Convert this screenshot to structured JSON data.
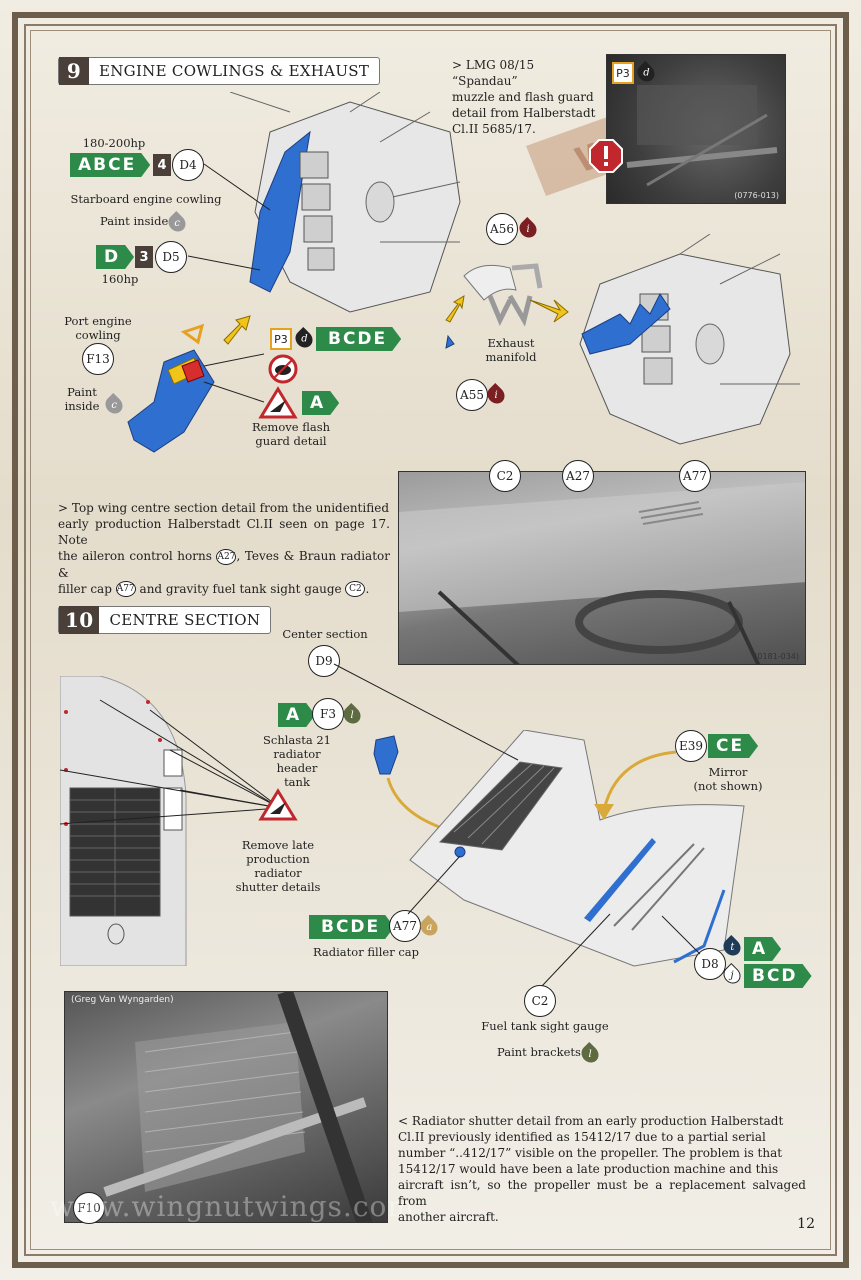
{
  "page_number": "12",
  "sections": {
    "s9": {
      "num": "9",
      "title": "ENGINE COWLINGS & EXHAUST"
    },
    "s10": {
      "num": "10",
      "title": "CENTRE SECTION"
    }
  },
  "s9": {
    "hp1": "180-200hp",
    "tag_abce": "ABCE",
    "num4": "4",
    "d4": "D4",
    "starboard": "Starboard engine cowling",
    "paint_inside": "Paint inside",
    "drop_c": "c",
    "tag_d": "D",
    "num3": "3",
    "d5": "D5",
    "hp2": "160hp",
    "port_line1": "Port engine",
    "port_line2": "cowling",
    "f13": "F13",
    "paint_line1": "Paint",
    "paint_line2": "inside",
    "p3": "P3",
    "drop_d": "d",
    "tag_bcde": "BCDE",
    "tag_a": "A",
    "remove_flash_1": "Remove flash",
    "remove_flash_2": "guard detail",
    "a56": "A56",
    "drop_i": "i",
    "a55": "A55",
    "exhaust_1": "Exhaust",
    "exhaust_2": "manifold",
    "spandau_1": "> LMG 08/15 “Spandau”",
    "spandau_2": "muzzle and flash guard",
    "spandau_3": "detail from Halberstadt",
    "spandau_4": "Cl.II 5685/17.",
    "photo1_id": "(0776-013)",
    "photo1_p3": "P3",
    "photo1_d": "d"
  },
  "topwing": {
    "para_1": "> Top wing centre section detail from the unidentified",
    "para_2": "early production Halberstadt Cl.II seen on page 17. Note",
    "para_3a": "the aileron control horns",
    "para_3b": ", Teves & Braun radiator &",
    "para_4a": "filler cap",
    "para_4b": "and gravity fuel tank sight gauge",
    "para_4c": ".",
    "ref_a27": "A27",
    "ref_a77": "A77",
    "ref_c2": "C2",
    "c2": "C2",
    "a27": "A27",
    "a77": "A77",
    "photo2_id": "(0181-034)"
  },
  "s10": {
    "center_section": "Center section",
    "d9": "D9",
    "tag_a": "A",
    "f3": "F3",
    "drop_l": "l",
    "schlasta_1": "Schlasta 21",
    "schlasta_2": "radiator header",
    "schlasta_3": "tank",
    "remove_late_1": "Remove late",
    "remove_late_2": "production",
    "remove_late_3": "radiator",
    "remove_late_4": "shutter details",
    "e39": "E39",
    "tag_ce": "CE",
    "mirror_1": "Mirror",
    "mirror_2": "(not shown)",
    "tag_bcde": "BCDE",
    "a77": "A77",
    "drop_a": "a",
    "filler_cap": "Radiator filler cap",
    "d8": "D8",
    "drop_t": "t",
    "drop_j": "j",
    "tag_a2": "A",
    "tag_bcd": "BCD",
    "c2": "C2",
    "fuel_gauge": "Fuel tank sight gauge",
    "paint_brackets": "Paint brackets",
    "drop_l2": "l",
    "photo3_credit": "(Greg Van Wyngarden)",
    "f10": "F10",
    "watermark": "www.wingnutwings.com",
    "shutter_1": "< Radiator shutter detail from an early production Halberstadt",
    "shutter_2": "Cl.II previously identified as 15412/17 due to a partial serial",
    "shutter_3": "number “..412/17” visible on the propeller. The problem is that",
    "shutter_4": "15412/17 would have been a late production machine and this",
    "shutter_5": "aircraft isn’t, so the propeller must be a replacement salvaged from",
    "shutter_6": "another aircraft."
  },
  "colors": {
    "tag_green": "#2e8a49",
    "part_blue": "#2f6fd0",
    "frame": "#6d5e4c",
    "drop_grey": "#999999",
    "drop_black": "#222222",
    "drop_maroon": "#7a1f22",
    "drop_olive": "#5e6a40",
    "drop_tan": "#c9a45c",
    "drop_navy": "#1f3b57",
    "warning_red": "#c0282d"
  }
}
